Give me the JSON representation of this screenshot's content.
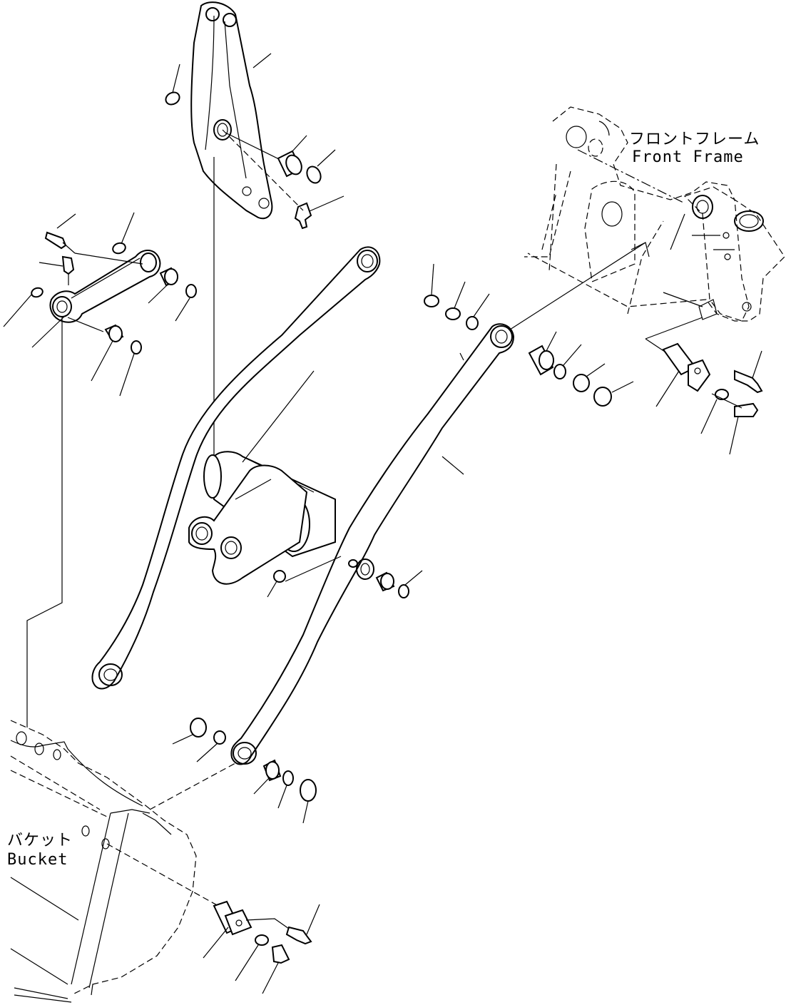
{
  "labels": {
    "front_frame_jp": "フロントフレーム",
    "front_frame_en": "Front Frame",
    "bucket_jp": "バケット",
    "bucket_en": "Bucket"
  },
  "style": {
    "line_color": "#000000",
    "background": "#ffffff"
  }
}
